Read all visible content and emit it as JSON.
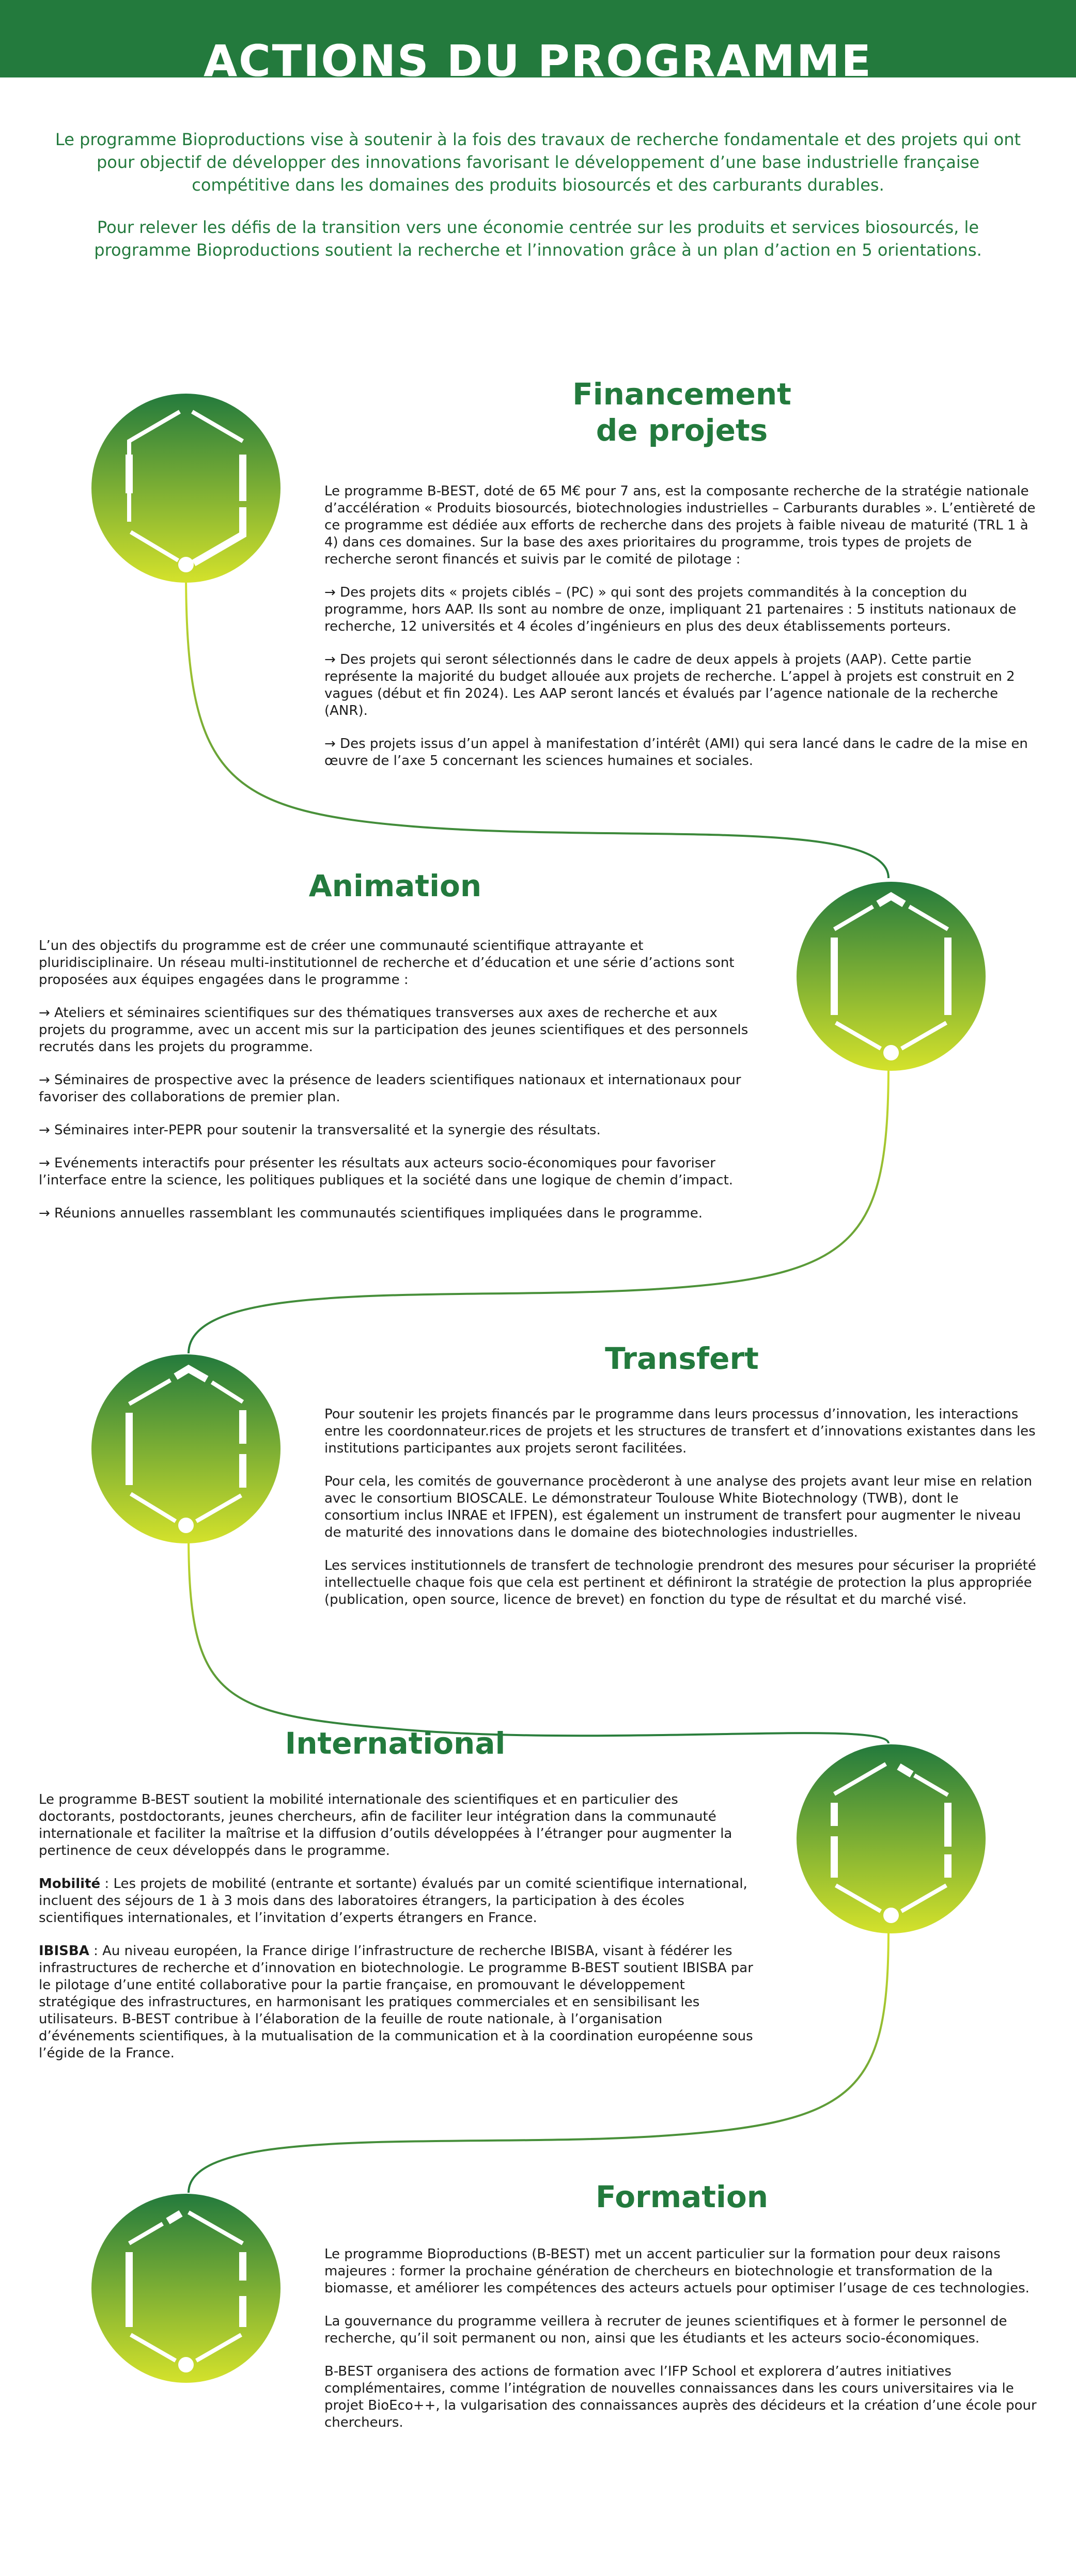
{
  "header": {
    "title": "ACTIONS  DU PROGRAMME"
  },
  "intro": {
    "paragraph1": "Le programme Bioproductions vise à soutenir à la fois des travaux de recherche fondamentale et des projets qui ont pour objectif de développer des innovations favorisant le développement d’une base industrielle française compétitive dans les domaines des  produits biosourcés et des carburants durables.",
    "paragraph2": "Pour relever les défis de la transition vers une économie centrée sur les produits et services biosourcés, le programme Bioproductions soutient la recherche et l’innovation grâce à un plan d’action en 5 orientations."
  },
  "colors": {
    "primary_green": "#237a3d",
    "lime": "#d4e22b",
    "white": "#ffffff"
  },
  "icons": {
    "section_badge": "hexagon-outline-icon"
  },
  "sections": {
    "financement": {
      "title": "Financement\nde projets",
      "p1": "Le programme B-BEST, doté de 65 M€ pour 7 ans, est la composante recherche de la stratégie nationale d’accélération « Produits biosourcés, biotechnologies industrielles – Carburants durables ». L’entièreté de ce programme est dédiée aux efforts de recherche dans des projets à faible niveau de maturité (TRL 1 à 4) dans ces domaines. Sur la base des axes prioritaires du programme, trois types de projets de recherche seront financés et suivis par le comité de pilotage :",
      "p2": "→  Des projets dits « projets ciblés – (PC) » qui sont des projets commandités à la conception du programme, hors AAP. Ils sont au nombre de onze, impliquant 21 partenaires : 5 instituts nationaux de recherche, 12 universités et 4 écoles d’ingénieurs en plus des deux établissements porteurs.",
      "p3": "→  Des projets qui seront sélectionnés dans le cadre de deux appels à projets (AAP). Cette partie représente la majorité du budget allouée aux projets de recherche. L’appel à projets est construit en 2 vagues (début et fin 2024). Les AAP seront lancés et évalués par l’agence nationale de la recherche (ANR).",
      "p4": "→  Des projets issus d’un appel à manifestation d’intérêt (AMI) qui sera lancé dans le cadre de la mise en œuvre de l’axe 5 concernant les sciences humaines et sociales."
    },
    "animation": {
      "title": "Animation",
      "p1": "L’un des objectifs du programme est de créer une communauté scientifique attrayante et pluridisciplinaire. Un réseau multi-institutionnel de recherche et d’éducation et une série d’actions sont proposées aux équipes engagées dans le programme  :",
      "p2": "→  Ateliers et séminaires scientifiques sur des thématiques transverses aux axes de recherche et aux projets du programme, avec un accent mis sur la participation des jeunes scientifiques et des personnels recrutés dans les projets du programme.",
      "p3": "→  Séminaires de prospective avec la présence de leaders scientifiques nationaux et internationaux pour favoriser des collaborations de premier plan.",
      "p4": "→  Séminaires inter-PEPR pour soutenir la transversalité et la synergie des résultats.",
      "p5": "→  Evénements interactifs pour présenter les résultats aux acteurs socio-économiques pour favoriser l’interface entre la science, les politiques publiques et la société dans une logique de chemin d’impact.",
      "p6": "→  Réunions annuelles rassemblant les communautés scientifiques impliquées dans le programme."
    },
    "transfert": {
      "title": "Transfert",
      "p1": "Pour soutenir les projets financés par le programme dans leurs processus d’innovation, les interactions entre les coordonnateur.rices de projets et les structures de transfert et d’innovations existantes dans les institutions participantes aux projets seront facilitées.",
      "p2": "Pour cela, les comités de gouvernance procèderont à une analyse des projets avant leur mise en relation avec le consortium BIOSCALE. Le démonstrateur Toulouse White Biotechnology (TWB), dont le consortium inclus INRAE et IFPEN), est également un instrument de transfert pour augmenter le niveau de maturité des innovations dans le domaine des biotechnologies industrielles.",
      "p3": "Les services institutionnels de transfert de technologie prendront des mesures pour sécuriser la propriété intellectuelle chaque fois que cela est pertinent et définiront la stratégie de protection la plus appropriée (publication, open source, licence de brevet) en fonction du type de résultat et du marché visé."
    },
    "international": {
      "title": "International",
      "p1": "Le programme B-BEST soutient la mobilité internationale des scientifiques et en particulier des doctorants, postdoctorants, jeunes chercheurs, afin de faciliter leur intégration dans la communauté internationale et faciliter la maîtrise et la diffusion d’outils développées à l’étranger pour augmenter la pertinence de ceux développés dans le programme.",
      "p2_lead": "Mobilité",
      "p2": " : Les projets de mobilité (entrante et sortante) évalués par un comité scientifique international, incluent des séjours de 1 à 3 mois dans des laboratoires étrangers, la participation à des écoles scientifiques internationales, et l’invitation d’experts étrangers en France.",
      "p3_lead": "IBISBA",
      "p3": " : Au niveau européen, la France dirige l’infrastructure de recherche IBISBA, visant à fédérer les infrastructures de recherche et d’innovation en biotechnologie. Le programme B-BEST soutient IBISBA par le pilotage d’une entité collaborative pour la partie française, en promouvant le développement stratégique des infrastructures, en harmonisant les pratiques commerciales et en sensibilisant les utilisateurs. B-BEST contribue à l’élaboration de la feuille de route nationale, à l’organisation d’événements scientifiques, à la mutualisation de la communication et à la coordination européenne sous l’égide de la France."
    },
    "formation": {
      "title": "Formation",
      "p1": "Le programme Bioproductions (B-BEST) met un accent particulier sur la formation pour deux raisons majeures : former la prochaine génération de chercheurs en biotechnologie et transformation de la biomasse, et améliorer les compétences des acteurs actuels pour optimiser l’usage de ces technologies.",
      "p2": "La gouvernance du programme veillera à recruter de jeunes scientifiques et à former le personnel de recherche, qu’il soit permanent ou non, ainsi que les étudiants et les acteurs socio-économiques.",
      "p3": "B-BEST organisera des actions de formation avec l’IFP School et explorera d’autres initiatives complémentaires, comme l’intégration de nouvelles connaissances dans les cours universitaires via le projet BioEco++, la vulgarisation des connaissances auprès des décideurs et la création d’une école pour chercheurs."
    }
  }
}
